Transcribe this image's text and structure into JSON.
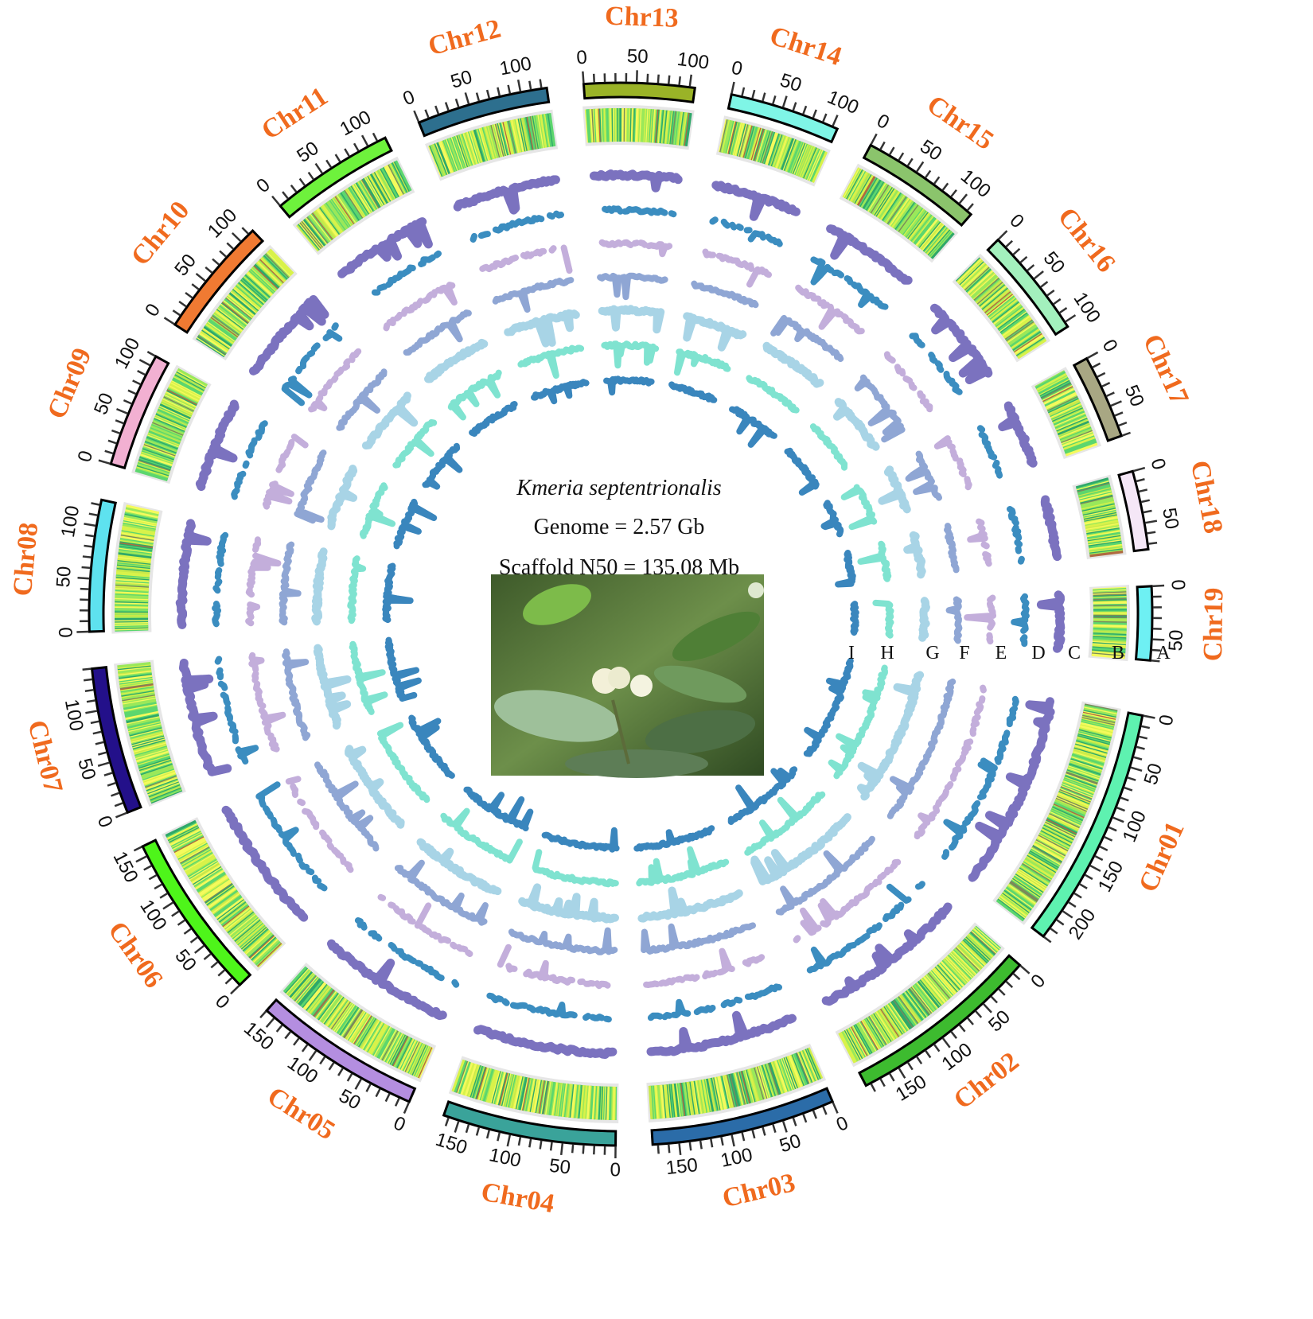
{
  "center": {
    "species": "Kmeria septentrionalis",
    "genome": "Genome = 2.57 Gb",
    "n50": "Scaffold N50 = 135.08 Mb"
  },
  "chart_data": {
    "type": "circos",
    "unit": "Mb",
    "tick_major": 50,
    "tick_minor": 10,
    "label_color": "#f06a1e",
    "chromosomes": [
      {
        "name": "Chr01",
        "length": 230,
        "color": "#5ef2b0"
      },
      {
        "name": "Chr02",
        "length": 185,
        "color": "#3dbb2f"
      },
      {
        "name": "Chr03",
        "length": 175,
        "color": "#2b6ca8"
      },
      {
        "name": "Chr04",
        "length": 165,
        "color": "#3aa39a"
      },
      {
        "name": "Chr05",
        "length": 160,
        "color": "#b48ee0"
      },
      {
        "name": "Chr06",
        "length": 160,
        "color": "#4ef51a"
      },
      {
        "name": "Chr07",
        "length": 140,
        "color": "#23108a"
      },
      {
        "name": "Chr08",
        "length": 125,
        "color": "#5ee2ef"
      },
      {
        "name": "Chr09",
        "length": 110,
        "color": "#f2b0d2"
      },
      {
        "name": "Chr10",
        "length": 115,
        "color": "#f07a32"
      },
      {
        "name": "Chr11",
        "length": 118,
        "color": "#6ef23c"
      },
      {
        "name": "Chr12",
        "length": 125,
        "color": "#2d6f8e"
      },
      {
        "name": "Chr13",
        "length": 105,
        "color": "#9ab327"
      },
      {
        "name": "Chr14",
        "length": 105,
        "color": "#7ff5e6"
      },
      {
        "name": "Chr15",
        "length": 115,
        "color": "#8bc46c"
      },
      {
        "name": "Chr16",
        "length": 105,
        "color": "#a3f0bd"
      },
      {
        "name": "Chr17",
        "length": 80,
        "color": "#a8a783"
      },
      {
        "name": "Chr18",
        "length": 75,
        "color": "#f5e7f7"
      },
      {
        "name": "Chr19",
        "length": 70,
        "color": "#6ef0f3"
      }
    ],
    "tracks": [
      {
        "label": "A",
        "kind": "ideogram"
      },
      {
        "label": "B",
        "kind": "heatmap",
        "palette": [
          "#2fa86a",
          "#5cd66e",
          "#9ae85a",
          "#d8f24a",
          "#f4fa5c",
          "#c8e84a",
          "#7a8a5a",
          "#b06a40"
        ]
      },
      {
        "label": "C",
        "kind": "scatter",
        "color": "#7b72bf"
      },
      {
        "label": "D",
        "kind": "scatter",
        "color": "#3b8dc0"
      },
      {
        "label": "E",
        "kind": "scatter",
        "color": "#c3aedb"
      },
      {
        "label": "F",
        "kind": "scatter",
        "color": "#8fa6d4"
      },
      {
        "label": "G",
        "kind": "scatter",
        "color": "#a8d4e6"
      },
      {
        "label": "H",
        "kind": "scatter",
        "color": "#7fe3d0"
      },
      {
        "label": "I",
        "kind": "scatter",
        "color": "#3a86bd"
      }
    ]
  }
}
